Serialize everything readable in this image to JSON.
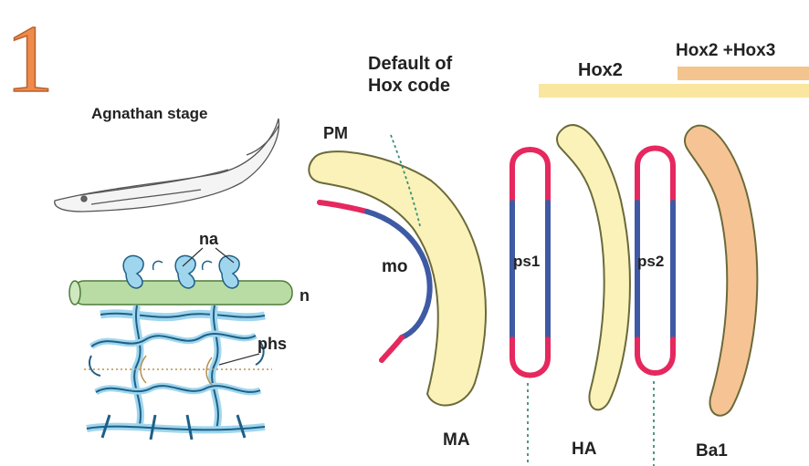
{
  "slide_number": "1",
  "header": {
    "default_label_line1": "Default of",
    "default_label_line2": "Hox code",
    "hox2_label": "Hox2",
    "hox2_hox3_label": "Hox2 +Hox3"
  },
  "left_panel": {
    "stage_label": "Agnathan stage",
    "na_label": "na",
    "n_label": "n",
    "phs_label": "phs"
  },
  "arch_labels": {
    "pm": "PM",
    "mo": "mo",
    "ps1": "ps1",
    "ps2": "ps2",
    "ma": "MA",
    "ha": "HA",
    "ba1": "Ba1"
  },
  "colors": {
    "slide_number": "#f08a4b",
    "hox2_bar": "#fbe6a0",
    "hox3_bar": "#f4c48e",
    "arch_yellow": "#faf2b8",
    "arch_yellow_stroke": "#6b6a3a",
    "arch_orange": "#f6c494",
    "hox_blue": "#3f5aa4",
    "hox_red": "#e5285e",
    "skeleton_blue": "#9fd6ee",
    "skeleton_stroke": "#1f5f86",
    "notochord": "#b9dca4",
    "guide_green": "#3b8f7a"
  }
}
